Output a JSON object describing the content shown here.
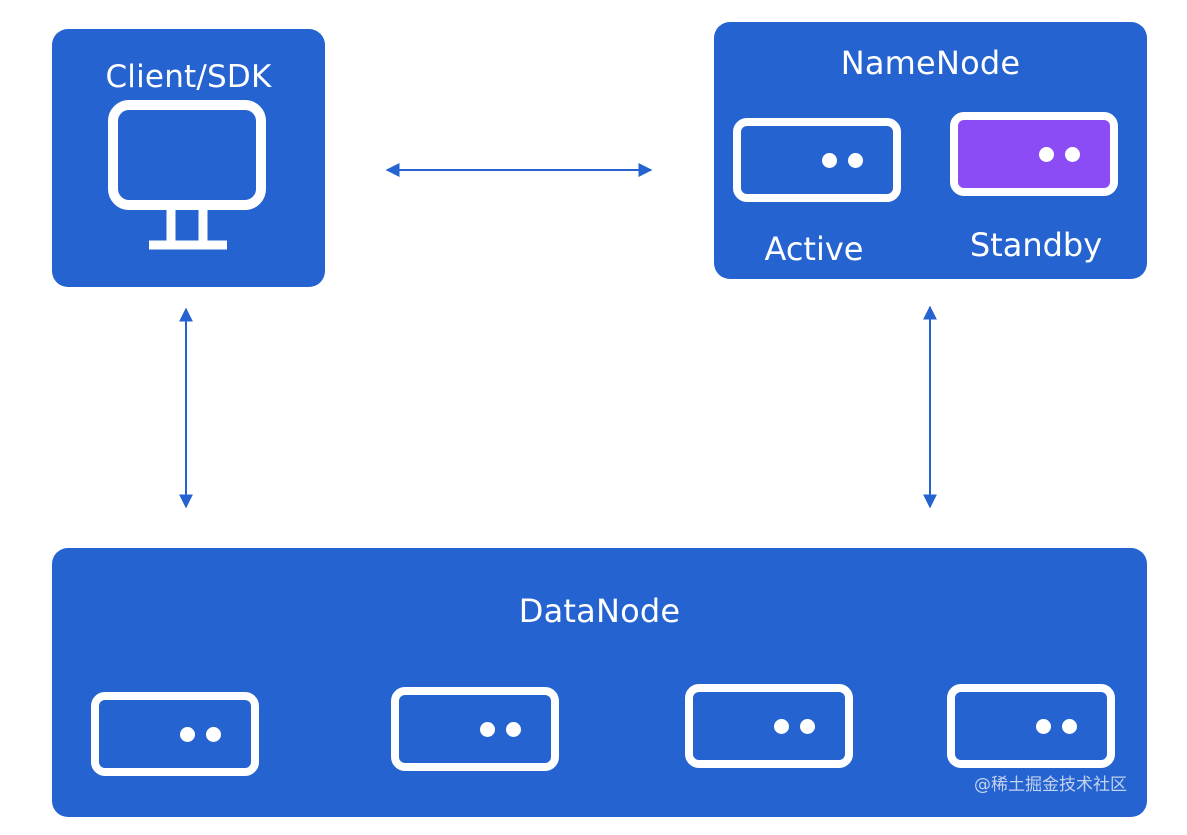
{
  "client": {
    "title": "Client/SDK",
    "icon": "monitor-icon"
  },
  "namenode": {
    "title": "NameNode",
    "active_label": "Active",
    "standby_label": "Standby"
  },
  "datanode": {
    "title": "DataNode",
    "server_count": 4
  },
  "watermark": "@稀土掘金技术社区",
  "colors": {
    "panel": "#2563d0",
    "standby_fill": "#8b4bf5",
    "arrow": "#2563d0",
    "background": "#ffffff"
  }
}
